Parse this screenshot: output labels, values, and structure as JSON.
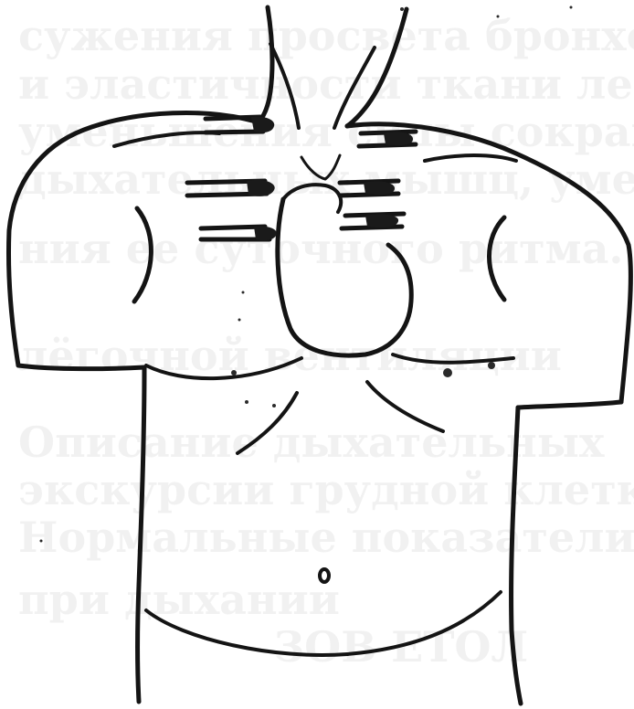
{
  "figure": {
    "kind": "illustration",
    "subject": "torso-with-hands-on-chest",
    "colors": {
      "paper": "#ffffff",
      "ink": "#141414",
      "show_through": "#9a9a9a"
    },
    "show_through_lines": [
      "сужения просвета бронхов",
      "и эластичности ткани легких,",
      "уменьшения силы сокращения",
      "дыхательных мышц, уменьшения",
      "ния ее суточного ритма.",
      "лёгочной вентиляции",
      "Описание дыхательных",
      "экскурсии грудной клетки",
      "Нормальные показатели",
      "при дыхании",
      "ЗОВ ЕТОЛ"
    ]
  }
}
